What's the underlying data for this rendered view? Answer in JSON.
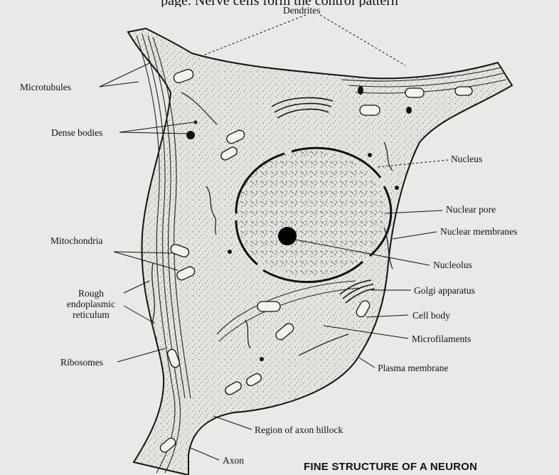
{
  "caption_top": "page. Nerve cells form the control pattern",
  "title": "FINE STRUCTURE OF A NEURON",
  "labels": {
    "dendrites": "Dendrites",
    "microtubules": "Microtubules",
    "dense_bodies": "Dense bodies",
    "nucleus": "Nucleus",
    "nuclear_pore": "Nuclear pore",
    "nuclear_membranes": "Nuclear membranes",
    "mitochondria": "Mitochondria",
    "nucleolus": "Nucleolus",
    "rough_er_line1": "Rough",
    "rough_er_line2": "endoplasmic",
    "rough_er_line3": "reticulum",
    "golgi": "Golgi apparatus",
    "cell_body": "Cell body",
    "microfilaments": "Microfilaments",
    "ribosomes": "Ribosomes",
    "plasma_membrane": "Plasma membrane",
    "axon_hillock": "Region of axon hillock",
    "axon": "Axon"
  },
  "colors": {
    "paper": "#e9e9e7",
    "ink": "#111111",
    "cell_fill": "#e4e4e1"
  }
}
